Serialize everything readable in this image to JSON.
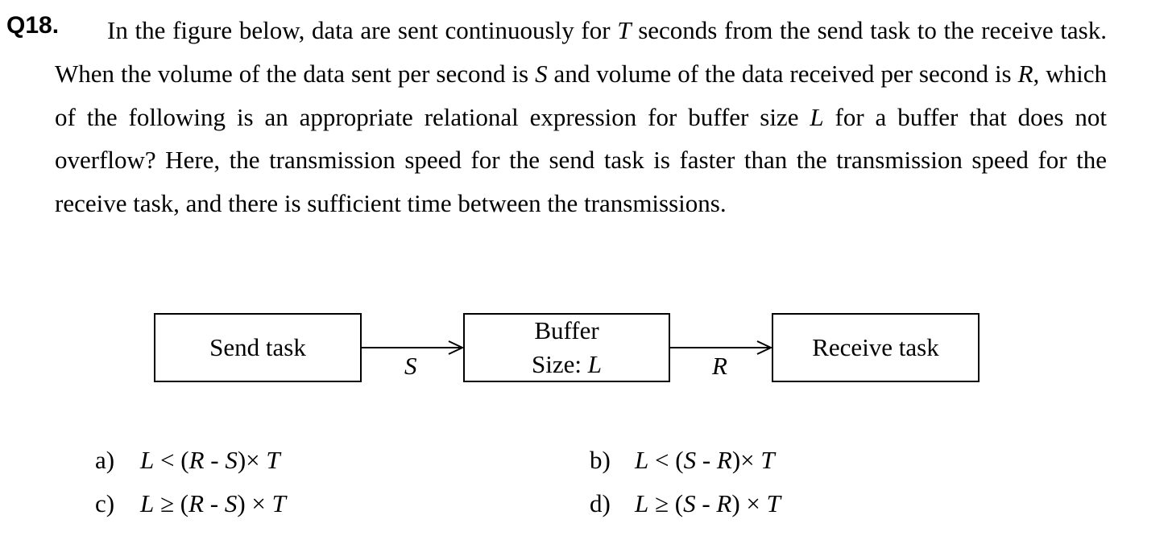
{
  "question": {
    "number": "Q18.",
    "segments": [
      {
        "t": "In the figure below, data are sent continuously for "
      },
      {
        "t": "T",
        "i": true
      },
      {
        "t": " seconds from the send task to the receive task. When the volume of the data sent per second is "
      },
      {
        "t": "S",
        "i": true
      },
      {
        "t": " and volume of the data received per second is "
      },
      {
        "t": "R",
        "i": true
      },
      {
        "t": ", which of the following is an appropriate relational expression for buffer size "
      },
      {
        "t": "L",
        "i": true
      },
      {
        "t": " for a buffer that does not overflow? Here, the transmission speed for the send task is faster than the transmission speed for the receive task, and there is sufficient time between the transmissions."
      }
    ]
  },
  "diagram": {
    "send_box": "Send task",
    "buffer_line1": "Buffer",
    "buffer_line2_prefix": "Size: ",
    "buffer_line2_var": "L",
    "receive_box": "Receive task",
    "arrow1_label": "S",
    "arrow2_label": "R"
  },
  "choices": [
    {
      "letter": "a)",
      "parts": [
        {
          "t": "L",
          "i": true
        },
        {
          "t": " < ("
        },
        {
          "t": "R",
          "i": true
        },
        {
          "t": " - "
        },
        {
          "t": "S",
          "i": true
        },
        {
          "t": ")× "
        },
        {
          "t": "T",
          "i": true
        }
      ]
    },
    {
      "letter": "b)",
      "parts": [
        {
          "t": "L",
          "i": true
        },
        {
          "t": " < ("
        },
        {
          "t": "S",
          "i": true
        },
        {
          "t": " - "
        },
        {
          "t": "R",
          "i": true
        },
        {
          "t": ")× "
        },
        {
          "t": "T",
          "i": true
        }
      ]
    },
    {
      "letter": "c)",
      "parts": [
        {
          "t": "L",
          "i": true
        },
        {
          "t": " ≥ ("
        },
        {
          "t": "R",
          "i": true
        },
        {
          "t": " - "
        },
        {
          "t": "S",
          "i": true
        },
        {
          "t": ") × "
        },
        {
          "t": "T",
          "i": true
        }
      ]
    },
    {
      "letter": "d)",
      "parts": [
        {
          "t": "L",
          "i": true
        },
        {
          "t": " ≥ ("
        },
        {
          "t": "S",
          "i": true
        },
        {
          "t": " - "
        },
        {
          "t": "R",
          "i": true
        },
        {
          "t": ") × "
        },
        {
          "t": "T",
          "i": true
        }
      ]
    }
  ]
}
